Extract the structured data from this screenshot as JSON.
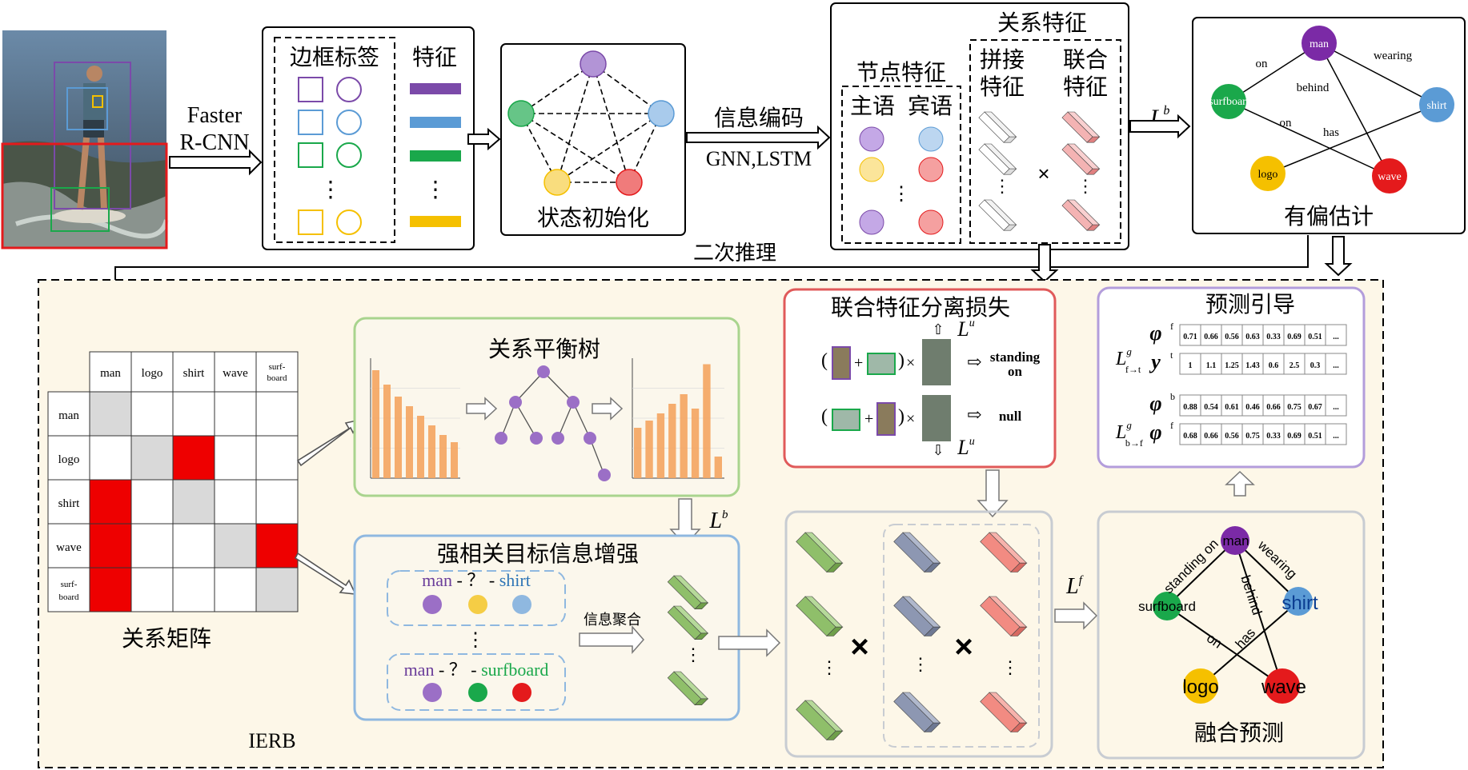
{
  "colors": {
    "purple": "#7b4aa9",
    "blue": "#5b9bd5",
    "green": "#1aa84b",
    "yellow": "#f5c000",
    "red": "#e41a1c",
    "bar": "#f4a460",
    "panel_bg": "#fdf7e8",
    "green_box": "#9fd08a",
    "blue_box": "#8fb8e0",
    "red_box": "#e05a5a",
    "purple_box": "#b39ddb",
    "gray_box": "#d0d4dc"
  },
  "input_labels": {
    "detector": [
      "Faster",
      "R-CNN"
    ]
  },
  "box1": {
    "col1_title": "边框标签",
    "col2_title": "特征",
    "dots": "⋮"
  },
  "box2": {
    "caption": "状态初始化"
  },
  "encode": {
    "title": "信息编码",
    "sub": "GNN,LSTM"
  },
  "box3": {
    "top_title": "关系特征",
    "node_feat": "节点特征",
    "subject": "主语",
    "object": "宾语",
    "concat": [
      "拼接",
      "特征"
    ],
    "joint": [
      "联合",
      "特征"
    ],
    "times": "×",
    "dots": "⋮"
  },
  "loss_b": {
    "base": "L",
    "sup": "b"
  },
  "box4": {
    "caption": "有偏估计",
    "nodes": {
      "man": "man",
      "shirt": "shirt",
      "surfboard": "surfboard",
      "logo": "logo",
      "wave": "wave"
    },
    "edges": {
      "wearing": "wearing",
      "on1": "on",
      "behind": "behind",
      "on2": "on",
      "has": "has"
    }
  },
  "second_reason": "二次推理",
  "ierb": "IERB",
  "matrix": {
    "caption": "关系矩阵",
    "cols": [
      "man",
      "logo",
      "shirt",
      "wave",
      "surf-\nboard"
    ],
    "rows": [
      "man",
      "logo",
      "shirt",
      "wave",
      "surf-\nboard"
    ],
    "cells": [
      [
        "g",
        "w",
        "w",
        "w",
        "w"
      ],
      [
        "w",
        "g",
        "r",
        "w",
        "w"
      ],
      [
        "r",
        "w",
        "g",
        "w",
        "w"
      ],
      [
        "r",
        "w",
        "w",
        "g",
        "r"
      ],
      [
        "r",
        "w",
        "w",
        "w",
        "g"
      ]
    ]
  },
  "tree": {
    "title": "关系平衡树",
    "hist_before": [
      0.9,
      0.78,
      0.68,
      0.6,
      0.52,
      0.44,
      0.36,
      0.3
    ],
    "hist_after": [
      0.42,
      0.48,
      0.54,
      0.62,
      0.7,
      0.58,
      0.95,
      0.18
    ]
  },
  "enhance": {
    "title": "强相关目标信息增强",
    "row1_left": "man",
    "row1_mid": " - ？ - ",
    "row1_right": "shirt",
    "row2_left": "man",
    "row2_mid": " - ？ - ",
    "row2_right": "surfboard",
    "agg": "信息聚合",
    "dots": "⋮"
  },
  "sep_loss": {
    "title": "联合特征分离损失",
    "Lu": {
      "base": "L",
      "sup": "u"
    },
    "result1": [
      "standing",
      "on"
    ],
    "result2": "null"
  },
  "fusion_mid": {
    "times": "×",
    "dots": "⋮"
  },
  "loss_f": {
    "base": "L",
    "sup": "f"
  },
  "guide": {
    "title": "预测引导",
    "phi": "φ",
    "y": "y",
    "L_gft": {
      "base": "L",
      "sup": "g",
      "sub": "f→t"
    },
    "L_gbf": {
      "base": "L",
      "sup": "g",
      "sub": "b→f"
    },
    "rows": [
      {
        "sym": "φ",
        "sup": "f",
        "vals": [
          "0.71",
          "0.66",
          "0.56",
          "0.63",
          "0.33",
          "0.69",
          "0.51",
          "..."
        ]
      },
      {
        "sym": "y",
        "sup": "t",
        "vals": [
          "1",
          "1.1",
          "1.25",
          "1.43",
          "0.6",
          "2.5",
          "0.3",
          "..."
        ]
      },
      {
        "sym": "φ",
        "sup": "b",
        "vals": [
          "0.88",
          "0.54",
          "0.61",
          "0.46",
          "0.66",
          "0.75",
          "0.67",
          "..."
        ]
      },
      {
        "sym": "φ",
        "sup": "f",
        "vals": [
          "0.68",
          "0.66",
          "0.56",
          "0.75",
          "0.33",
          "0.69",
          "0.51",
          "..."
        ]
      }
    ]
  },
  "fusion_pred": {
    "caption": "融合预测",
    "nodes": {
      "man": "man",
      "shirt": "shirt",
      "surfboard": "surfboard",
      "logo": "logo",
      "wave": "wave"
    },
    "edges": {
      "standing": "standing on",
      "wearing": "wearing",
      "behind": "behind",
      "on": "on",
      "has": "has"
    }
  }
}
